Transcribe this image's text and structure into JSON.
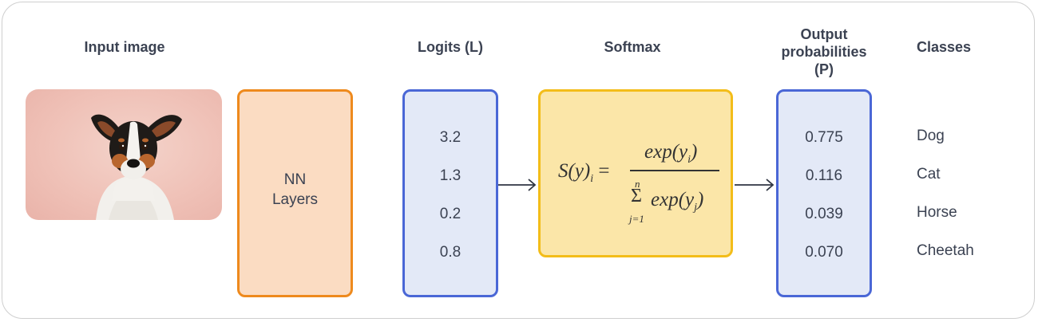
{
  "headings": {
    "input": "Input image",
    "logits": "Logits (L)",
    "softmax": "Softmax",
    "output_line1": "Output",
    "output_line2": "probabilities",
    "output_line3": "(P)",
    "classes": "Classes"
  },
  "nn": {
    "line1": "NN",
    "line2": "Layers"
  },
  "logits": [
    "3.2",
    "1.3",
    "0.2",
    "0.8"
  ],
  "probabilities": [
    "0.775",
    "0.116",
    "0.039",
    "0.070"
  ],
  "classes": [
    "Dog",
    "Cat",
    "Horse",
    "Cheetah"
  ],
  "formula": {
    "lhs": "S(y)",
    "lhs_sub": "i",
    "eq": "=",
    "num": "exp(y",
    "num_sub": "i",
    "num_close": ")",
    "sigma": "Σ",
    "sum_top": "n",
    "sum_bottom": "j=1",
    "den": "exp(y",
    "den_sub": "j",
    "den_close": ")"
  },
  "colors": {
    "nn_fill": "#fbdcc2",
    "nn_border": "#ee8a1d",
    "vector_fill": "#e3e9f7",
    "vector_border": "#4a67d6",
    "softmax_fill": "#fbe6a8",
    "softmax_border": "#f3bd19"
  }
}
